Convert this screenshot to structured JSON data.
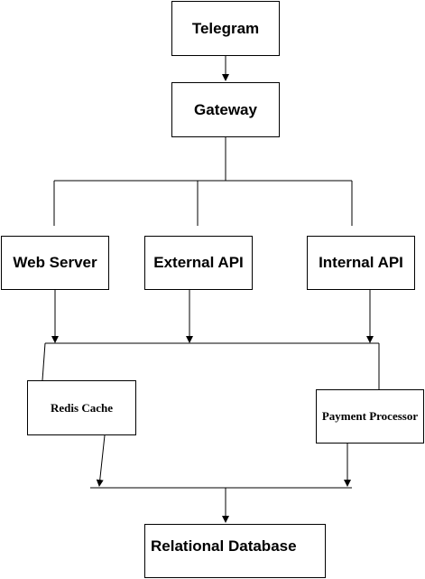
{
  "nodes": {
    "telegram": "Telegram",
    "gateway": "Gateway",
    "web_server": "Web Server",
    "external_api": "External API",
    "internal_api": "Internal API",
    "redis_cache": "Redis Cache",
    "payment_processor": "Payment Processor",
    "relational_database": "Relational Database"
  },
  "colors": {
    "stroke": "#000000",
    "fill": "#ffffff",
    "text": "#000000"
  }
}
